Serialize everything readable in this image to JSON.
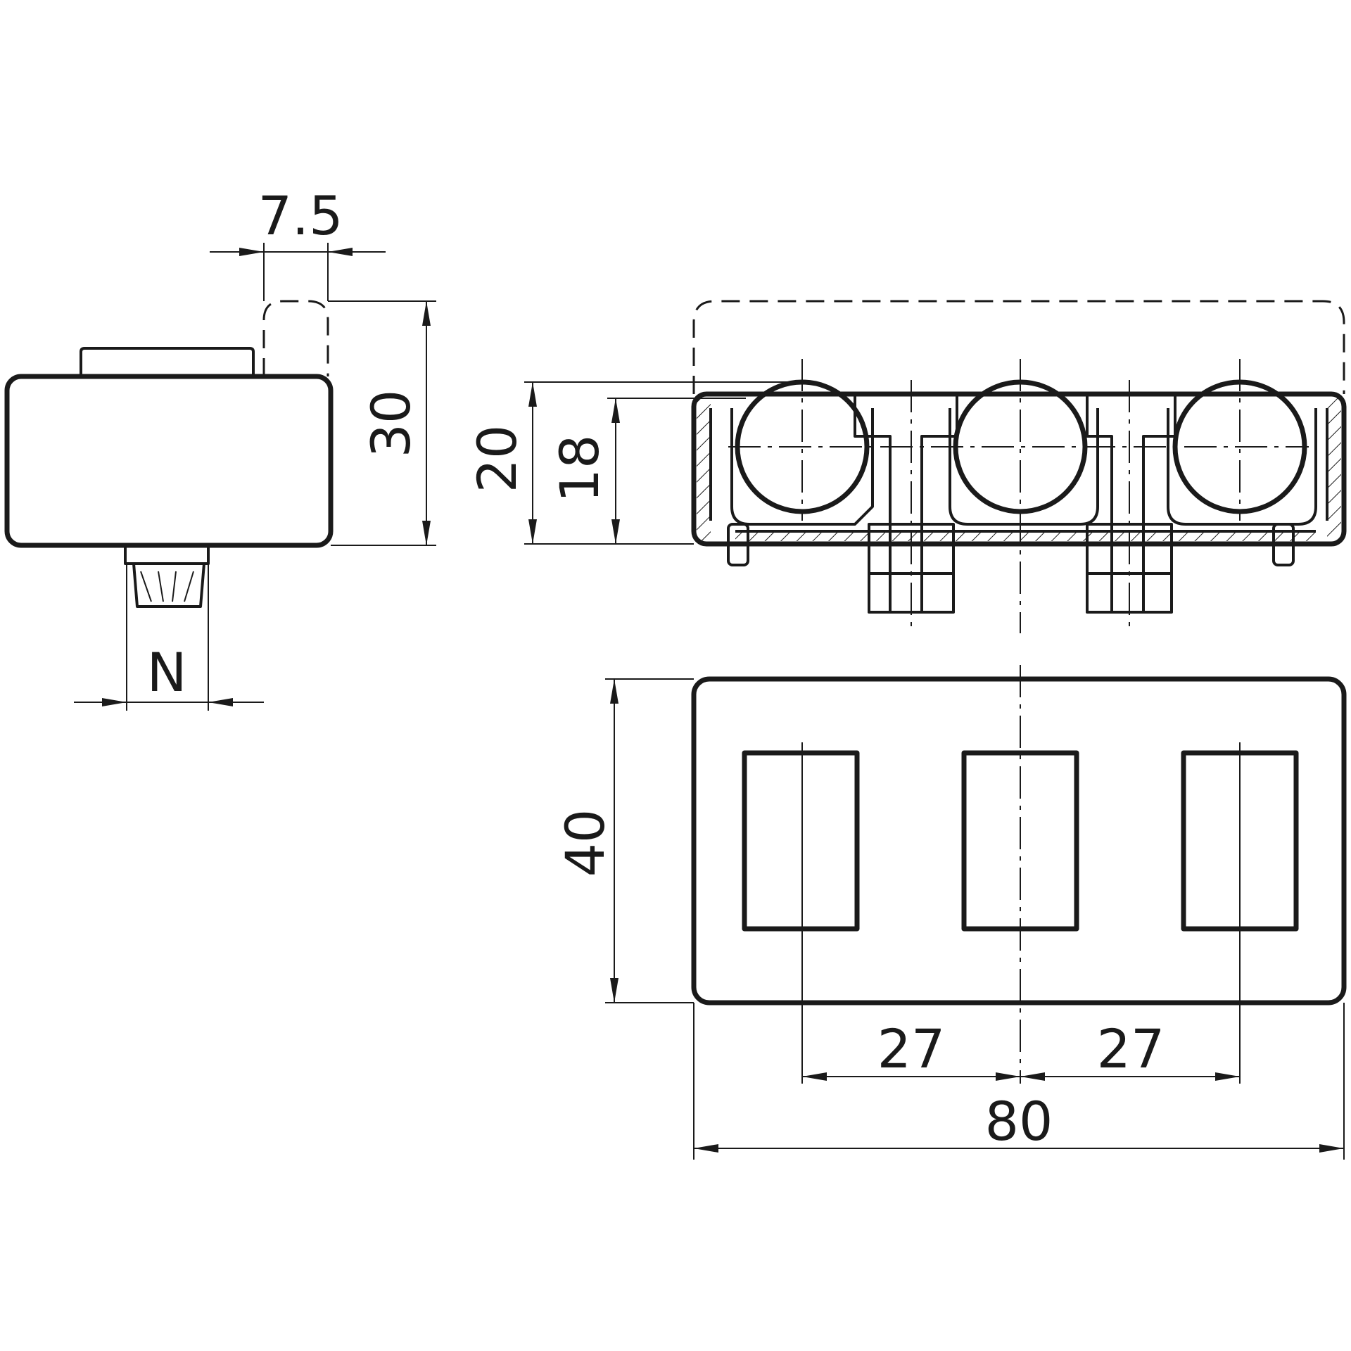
{
  "dimensions": {
    "offset_width": "7.5",
    "height_total": "30",
    "height_outer": "20",
    "height_inner": "18",
    "nut_width": "N",
    "width_plate": "40",
    "spacing_left": "27",
    "spacing_right": "27",
    "length_total": "80"
  },
  "colors": {
    "line": "#1a1a1a",
    "background": "#ffffff"
  }
}
